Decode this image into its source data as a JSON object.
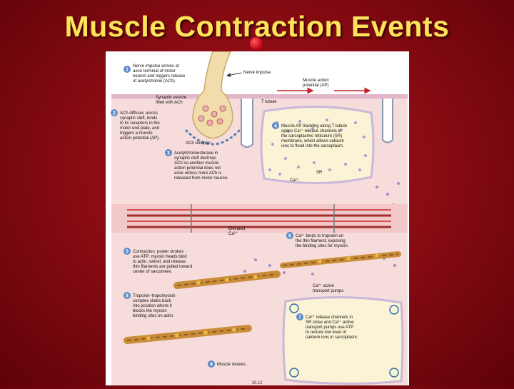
{
  "slide": {
    "title": "Muscle Contraction Events"
  },
  "figure": {
    "steps": [
      {
        "number": "1",
        "text": [
          "Nerve impulse arrives at",
          "axon terminal of motor",
          "neuron and triggers release",
          "of acetylcholine (ACh)."
        ]
      },
      {
        "number": "2",
        "text": [
          "ACh diffuses across",
          "synaptic cleft, binds",
          "to its receptors in the",
          "motor end plate, and",
          "triggers a muscle",
          "action potential (AP)."
        ]
      },
      {
        "number": "3",
        "text": [
          "Acetylcholinesterase in",
          "synaptic cleft destroys",
          "ACh so another muscle",
          "action potential does not",
          "arise unless more ACh is",
          "released from motor neuron."
        ]
      },
      {
        "number": "4",
        "text": [
          "Muscle AP traveling along T tubule",
          "opens Ca²⁺ release channels in",
          "the sarcoplasmic reticulum (SR)",
          "membrane, which allows calcium",
          "ions to flood into the sarcoplasm."
        ]
      },
      {
        "number": "5",
        "text": [
          "Contraction: power strokes",
          "use ATP; myosin heads bind",
          "to actin, swivel, and release;",
          "thin filaments are pulled toward",
          "center of sarcomere."
        ]
      },
      {
        "number": "6",
        "text": [
          "Ca²⁺ binds to troponin on",
          "the thin filament, exposing",
          "the binding sites for myosin."
        ]
      },
      {
        "number": "7",
        "text": [
          "Ca²⁺ release channels in",
          "SR close and Ca²⁺ active",
          "transport pumps use ATP",
          "to restore low level of",
          "calcium ions in sarcoplasm."
        ]
      },
      {
        "number": "8",
        "text": [
          "Troponin–tropomyosin",
          "complex slides back",
          "into position where it",
          "blocks the myosin",
          "binding sites on actin."
        ]
      },
      {
        "number": "9",
        "text": [
          "Muscle relaxes."
        ]
      }
    ],
    "labels": {
      "nerve_impulse": "Nerve impulse",
      "muscle_ap": [
        "Muscle action",
        "potential (AP)"
      ],
      "synaptic_vesicle": [
        "Synaptic vesicle",
        "filled with ACh"
      ],
      "t_tubule": "T tubule",
      "ach_receptor": "ACh receptor",
      "sr": "SR",
      "ca_sr": "Ca²⁺",
      "elevated_ca": [
        "Elevated",
        "Ca²⁺"
      ],
      "pumps": [
        "Ca²⁺ active",
        "transport pumps"
      ],
      "figure_number": "10.12"
    }
  }
}
